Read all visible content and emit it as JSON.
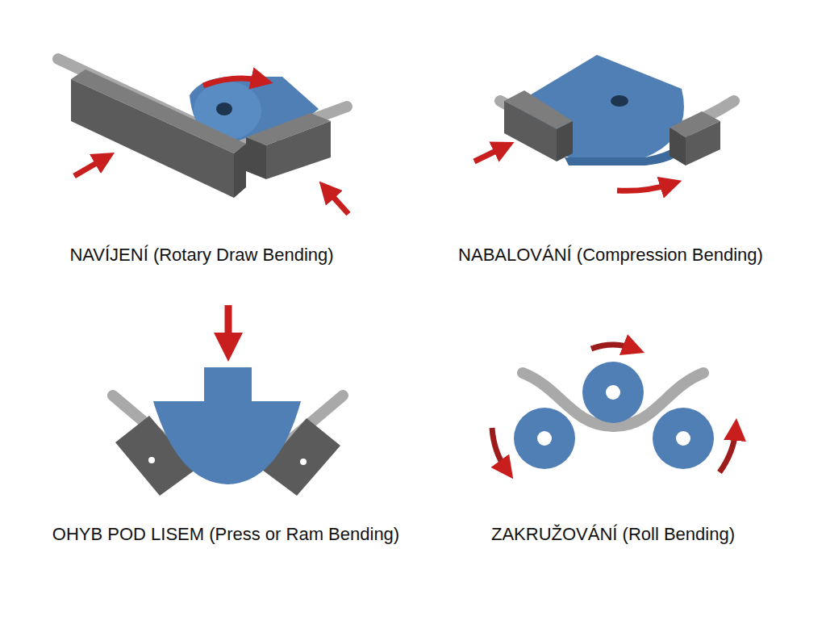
{
  "diagram": {
    "labels": [
      "NAVÍJENÍ (Rotary Draw Bending)",
      "NABALOVÁNÍ (Compression Bending)",
      "OHYB POD LISEM (Press or Ram Bending)",
      "ZAKRUŽOVÁNÍ (Roll Bending)"
    ]
  }
}
